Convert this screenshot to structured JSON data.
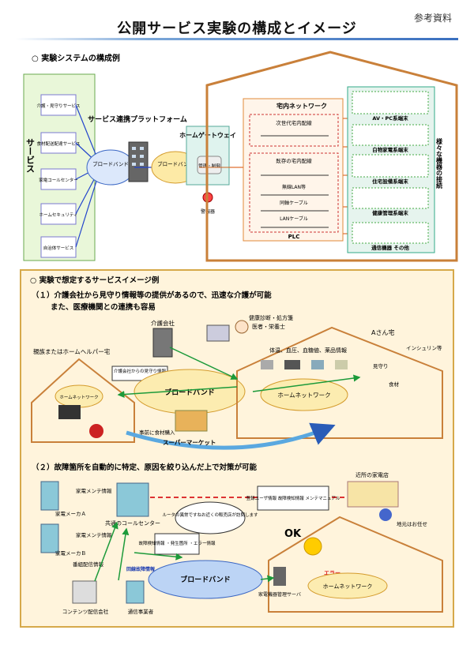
{
  "title": "公開サービス実験の構成とイメージ",
  "ref_label": "参考資料",
  "section1": {
    "heading": "○ 実験システムの構成例",
    "services_label": "サービス",
    "services": [
      "介護・見守りサービス",
      "食材配送配達サービス",
      "家電コールセンター",
      "ホームセキュリティ",
      "自治体サービス"
    ],
    "broadband": "ブロードバンド",
    "platform": "サービス連携プラットフォーム",
    "broadband2": "ブロードバンド",
    "gateway": "ホームゲートウェイ",
    "mgmt": "管理・制御",
    "alarm": "警報器",
    "home_network": "宅内ネットワーク",
    "next_gen": "次世代宅内配線",
    "existing": "既存の宅内配線",
    "wireless": "無線LAN等",
    "coax": "同軸ケーブル",
    "lan": "LANケーブル",
    "plc": "PLC",
    "devices": [
      "AV・PC系端末",
      "白物家電系端末",
      "住宅設備系端末",
      "健康管理系端末",
      "通信機器 その他"
    ],
    "various": "様々な機器の接続"
  },
  "section2": {
    "heading": "○ 実験で想定するサービスイメージ例",
    "case1_line1": "（１）介護会社から見守り情報等の提供があるので、迅速な介護が可能",
    "case1_line2": "また、医療機関との連携も容易",
    "care_company": "介護会社",
    "medical": "健康診断・処方箋",
    "medical2": "医者・栄養士",
    "a_home": "Aさん宅",
    "relatives": "親族またはホームヘルパー宅",
    "watch_info": "介護会社からの見守り情報",
    "home_net_short": "ホームネットワーク",
    "broadband": "ブロードバンド",
    "vitals": "体温、血圧、血糖値、薬品情報",
    "insulin": "インシュリン等",
    "watch": "見守り",
    "food": "食材",
    "home_network": "ホームネットワーク",
    "delivery": "事前に食材購入",
    "supermarket": "スーパーマーケット",
    "case2": "（２）故障箇所を自動的に特定、原因を絞り込んだ上で対策が可能",
    "maker_a_info": "家電メンテ情報",
    "maker_a": "家電メーカＡ",
    "maker_b_info": "家電メンテ情報",
    "maker_b": "家電メーカＢ",
    "call_center": "共通のコールセンター",
    "bubble": "ルータの異常ですねお近くの販売店が訪問します",
    "registered": "登録ユーザ情報 故障検知情報 メンテマニュアル",
    "shop": "近所の家電店",
    "local": "地元はお任せ",
    "ok": "OK",
    "fault": "故障検知情報 ・発生箇所 ・エラー情報",
    "fault_net": "回線故障情報",
    "content_info": "番組配信情報",
    "broadband2": "ブロードバンド",
    "error": "エラー",
    "home_network2": "ホームネットワーク",
    "server": "家電機器管理サーバ",
    "content_co": "コンテンツ配信会社",
    "carrier": "通信事業者"
  }
}
